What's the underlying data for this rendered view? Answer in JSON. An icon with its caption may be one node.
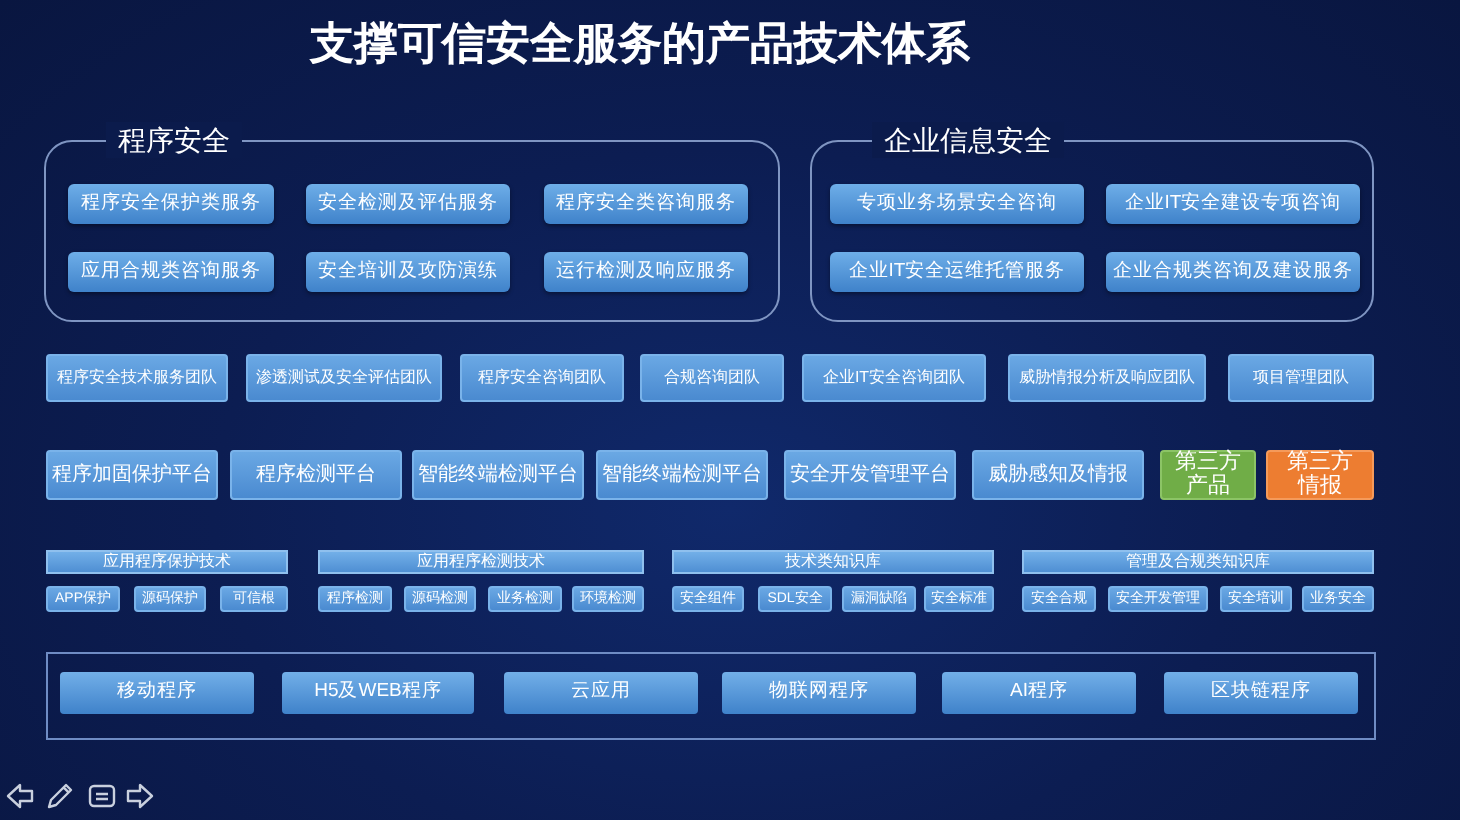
{
  "diagram": {
    "title": "支撑可信安全服务的产品技术体系",
    "nodes": [
      {
        "text": [
          "程序安全"
        ]
      },
      {
        "text": [
          "程序安全保护类服务"
        ],
        "in": 0
      },
      {
        "text": [
          "安全检测及评估服务"
        ],
        "in": 0
      },
      {
        "text": [
          "程序安全类咨询服务"
        ],
        "in": 0
      },
      {
        "text": [
          "应用合规类咨询服务"
        ],
        "in": 0
      },
      {
        "text": [
          "安全培训及攻防演练"
        ],
        "in": 0
      },
      {
        "text": [
          "运行检测及响应服务"
        ],
        "in": 0
      },
      {
        "text": [
          "企业信息安全"
        ]
      },
      {
        "text": [
          "专项业务场景安全咨询"
        ],
        "in": 7
      },
      {
        "text": [
          "企业IT安全建设专项咨询"
        ],
        "in": 7
      },
      {
        "text": [
          "企业IT安全运维托管服务"
        ],
        "in": 7
      },
      {
        "text": [
          "企业合规类咨询及建设服务"
        ],
        "in": 7
      },
      {
        "text": [
          "程序安全技术服务团队"
        ]
      },
      {
        "text": [
          "渗透测试及安全评估团队"
        ]
      },
      {
        "text": [
          "程序安全咨询团队"
        ]
      },
      {
        "text": [
          "合规咨询团队"
        ]
      },
      {
        "text": [
          "企业IT安全咨询团队"
        ]
      },
      {
        "text": [
          "威胁情报分析及响应团队"
        ]
      },
      {
        "text": [
          "项目管理团队"
        ]
      },
      {
        "text": [
          "程序加固保护平台"
        ]
      },
      {
        "text": [
          "程序检测平台"
        ]
      },
      {
        "text": [
          "智能终端检测平台"
        ]
      },
      {
        "text": [
          "智能终端检测平台"
        ]
      },
      {
        "text": [
          "安全开发管理平台"
        ]
      },
      {
        "text": [
          "威胁感知及情报"
        ]
      },
      {
        "text": [
          "第三方产品"
        ]
      },
      {
        "text": [
          "第三方情报"
        ]
      },
      {
        "text": [
          "应用程序保护技术"
        ]
      },
      {
        "text": [
          "应用程序检测技术"
        ]
      },
      {
        "text": [
          "技术类知识库"
        ]
      },
      {
        "text": [
          "管理及合规类知识库"
        ]
      },
      {
        "text": [
          "APP保护"
        ]
      },
      {
        "text": [
          "源码保护"
        ]
      },
      {
        "text": [
          "可信根"
        ]
      },
      {
        "text": [
          "程序检测"
        ]
      },
      {
        "text": [
          "源码检测"
        ]
      },
      {
        "text": [
          "业务检测"
        ]
      },
      {
        "text": [
          "环境检测"
        ]
      },
      {
        "text": [
          "安全组件"
        ]
      },
      {
        "text": [
          "SDL安全"
        ]
      },
      {
        "text": [
          "漏洞缺陷"
        ]
      },
      {
        "text": [
          "安全标准"
        ]
      },
      {
        "text": [
          "安全合规"
        ]
      },
      {
        "text": [
          "安全开发管理"
        ]
      },
      {
        "text": [
          "安全培训"
        ]
      },
      {
        "text": [
          "业务安全"
        ]
      },
      {
        "text": [],
        "shape": "box"
      },
      {
        "text": [
          "移动程序"
        ],
        "in": 46
      },
      {
        "text": [
          "H5及WEB程序"
        ],
        "in": 46
      },
      {
        "text": [
          "云应用"
        ],
        "in": 46
      },
      {
        "text": [
          "物联网程序"
        ],
        "in": 46
      },
      {
        "text": [
          "AI程序"
        ],
        "in": 46
      },
      {
        "text": [
          "区块链程序"
        ],
        "in": 46
      }
    ]
  }
}
